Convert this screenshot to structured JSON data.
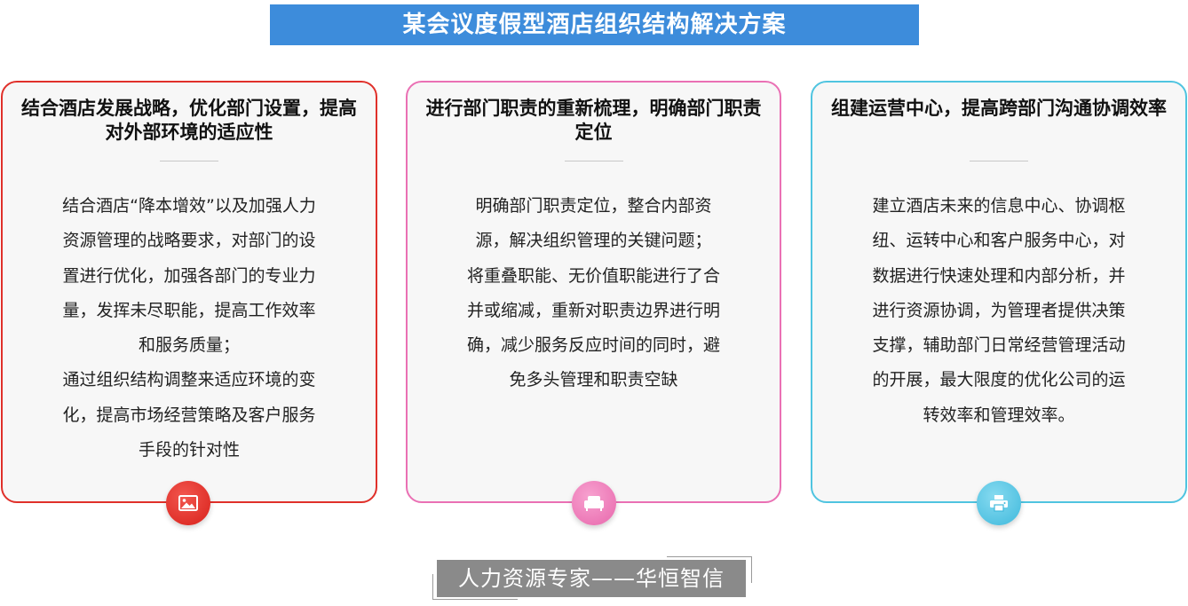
{
  "title": "某会议度假型酒店组织结构解决方案",
  "cards": [
    {
      "heading": "结合酒店发展战略，优化部门设置，提高对外部环境的适应性",
      "body": [
        "结合酒店“降本增效”以及加强人力资源管理的战略要求，对部门的设置进行优化，加强各部门的专业力量，发挥未尽职能，提高工作效率和服务质量；",
        "通过组织结构调整来适应环境的变化，提高市场经营策略及客户服务手段的针对性"
      ],
      "icon": "image-icon",
      "color": "#e0302a"
    },
    {
      "heading": "进行部门职责的重新梳理，明确部门职责定位",
      "body": [
        "明确部门职责定位，整合内部资源，解决组织管理的关键问题；",
        "将重叠职能、无价值职能进行了合并或缩减，重新对职责边界进行明确，减少服务反应时间的同时，避免多头管理和职责空缺"
      ],
      "icon": "sofa-icon",
      "color": "#ea70b4"
    },
    {
      "heading": "组建运营中心，提高跨部门沟通协调效率",
      "body": [
        "建立酒店未来的信息中心、协调枢纽、运转中心和客户服务中心，对数据进行快速处理和内部分析，并进行资源协调，为管理者提供决策支撑，辅助部门日常经营管理活动的开展，最大限度的优化公司的运转效率和管理效率。"
      ],
      "icon": "printer-icon",
      "color": "#4fc4e0"
    }
  ],
  "footer": "人力资源专家——华恒智信"
}
